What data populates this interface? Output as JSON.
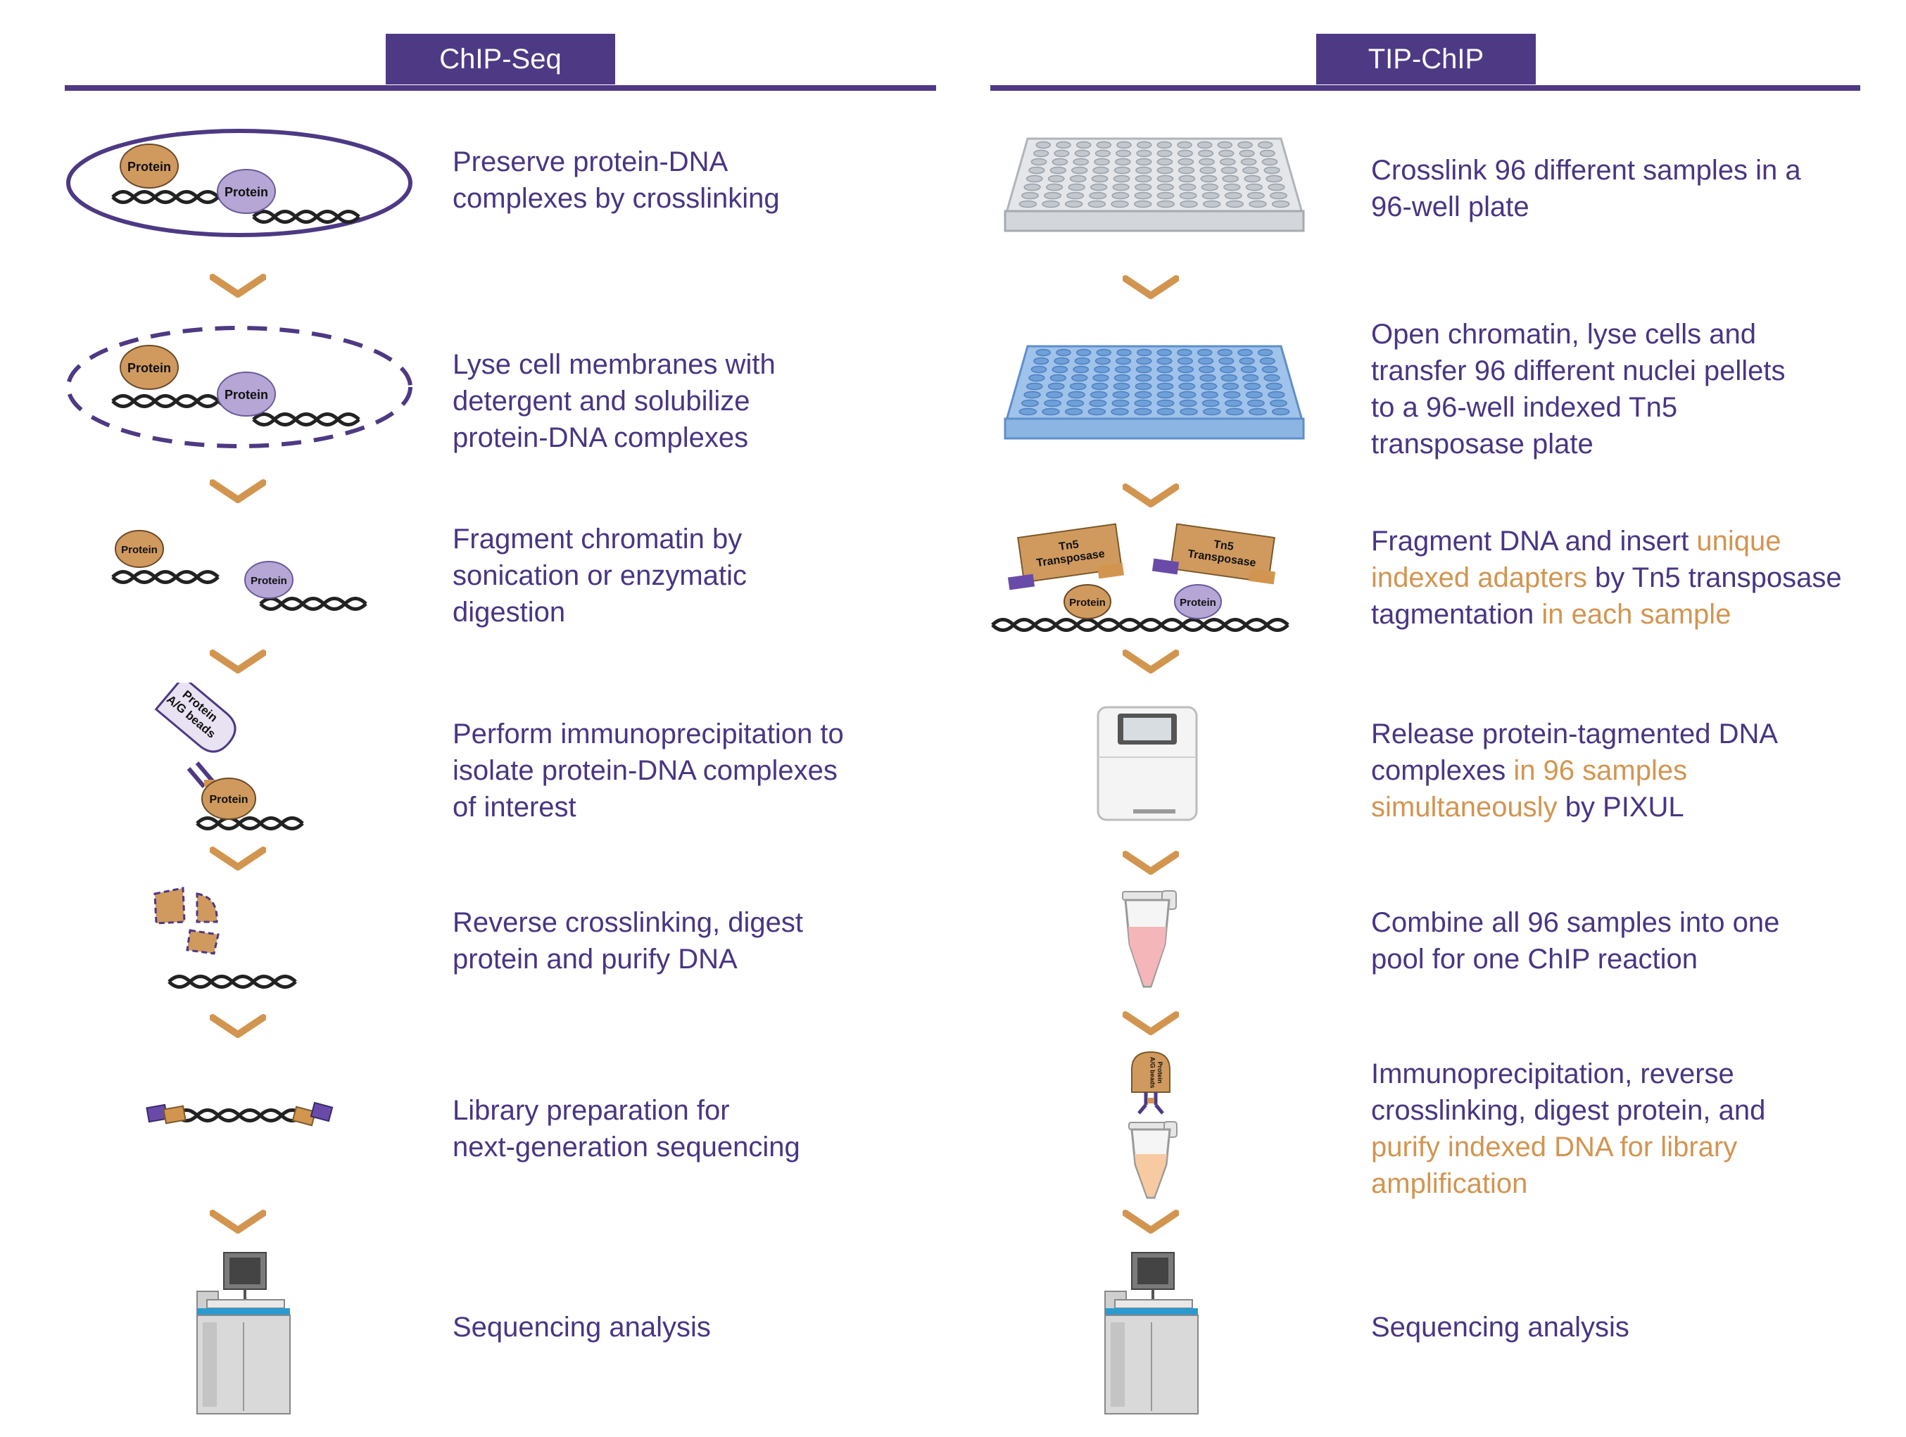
{
  "columns": [
    {
      "title": "ChIP-Seq",
      "steps": [
        {
          "parts": [
            {
              "text": "Preserve protein-DNA\ncomplexes by crosslinking",
              "hl": false
            }
          ],
          "icon": "protein-dna-complex-icon",
          "labels": [
            "Protein",
            "Protein"
          ]
        },
        {
          "parts": [
            {
              "text": "Lyse cell membranes with\ndetergent and solubilize\nprotein-DNA complexes",
              "hl": false
            }
          ],
          "icon": "lysed-cell-icon",
          "labels": [
            "Protein",
            "Protein"
          ]
        },
        {
          "parts": [
            {
              "text": "Fragment chromatin by\nsonication or enzymatic\ndigestion",
              "hl": false
            }
          ],
          "icon": "fragmented-chromatin-icon",
          "labels": [
            "Protein",
            "Protein"
          ]
        },
        {
          "parts": [
            {
              "text": "Perform immunoprecipitation to\nisolate protein-DNA complexes\nof interest",
              "hl": false
            }
          ],
          "icon": "immunoprecipitation-icon",
          "labels": [
            "Protein\nA/G beads",
            "Protein"
          ]
        },
        {
          "parts": [
            {
              "text": "Reverse crosslinking, digest\nprotein and purify DNA",
              "hl": false
            }
          ],
          "icon": "purified-dna-icon",
          "labels": []
        },
        {
          "parts": [
            {
              "text": "Library preparation for\nnext-generation sequencing",
              "hl": false
            }
          ],
          "icon": "library-dna-icon",
          "labels": []
        },
        {
          "parts": [
            {
              "text": "Sequencing analysis",
              "hl": false
            }
          ],
          "icon": "sequencer-icon",
          "labels": []
        }
      ]
    },
    {
      "title": "TIP-ChIP",
      "steps": [
        {
          "parts": [
            {
              "text": "Crosslink 96 different samples in a\n96-well plate",
              "hl": false
            }
          ],
          "icon": "well-plate-gray-icon",
          "labels": []
        },
        {
          "parts": [
            {
              "text": "Open chromatin, lyse cells and\ntransfer 96 different nuclei pellets\nto a 96-well indexed Tn5\ntransposase plate",
              "hl": false
            }
          ],
          "icon": "well-plate-blue-icon",
          "labels": []
        },
        {
          "parts": [
            {
              "text": "Fragment DNA and insert ",
              "hl": false
            },
            {
              "text": "unique\nindexed adapters",
              "hl": true
            },
            {
              "text": " by Tn5 transposase\ntagmentation ",
              "hl": false
            },
            {
              "text": "in each sample",
              "hl": true
            }
          ],
          "icon": "tn5-tagmentation-icon",
          "labels": [
            "Tn5\nTransposase",
            "Tn5\nTransposase",
            "Protein",
            "Protein"
          ]
        },
        {
          "parts": [
            {
              "text": "Release protein-tagmented DNA\ncomplexes ",
              "hl": false
            },
            {
              "text": "in 96 samples\nsimultaneously",
              "hl": true
            },
            {
              "text": " by PIXUL",
              "hl": false
            }
          ],
          "icon": "pixul-instrument-icon",
          "labels": []
        },
        {
          "parts": [
            {
              "text": "Combine all 96 samples into one\npool for one ChIP reaction",
              "hl": false
            }
          ],
          "icon": "sample-tube-icon",
          "labels": []
        },
        {
          "parts": [
            {
              "text": "Immunoprecipitation, reverse\ncrosslinking, digest protein, and\n",
              "hl": false
            },
            {
              "text": "purify indexed DNA for library\namplification",
              "hl": true
            }
          ],
          "icon": "bead-tube-icon",
          "labels": [
            "Protein\nA/G beads"
          ]
        },
        {
          "parts": [
            {
              "text": "Sequencing analysis",
              "hl": false
            }
          ],
          "icon": "sequencer-icon",
          "labels": []
        }
      ]
    }
  ],
  "colors": {
    "purple": "#4e3984",
    "text_purple": "#4a3583",
    "orange": "#d29550",
    "protein_orange": "#d09a5e",
    "protein_lilac": "#b5a6d6"
  }
}
